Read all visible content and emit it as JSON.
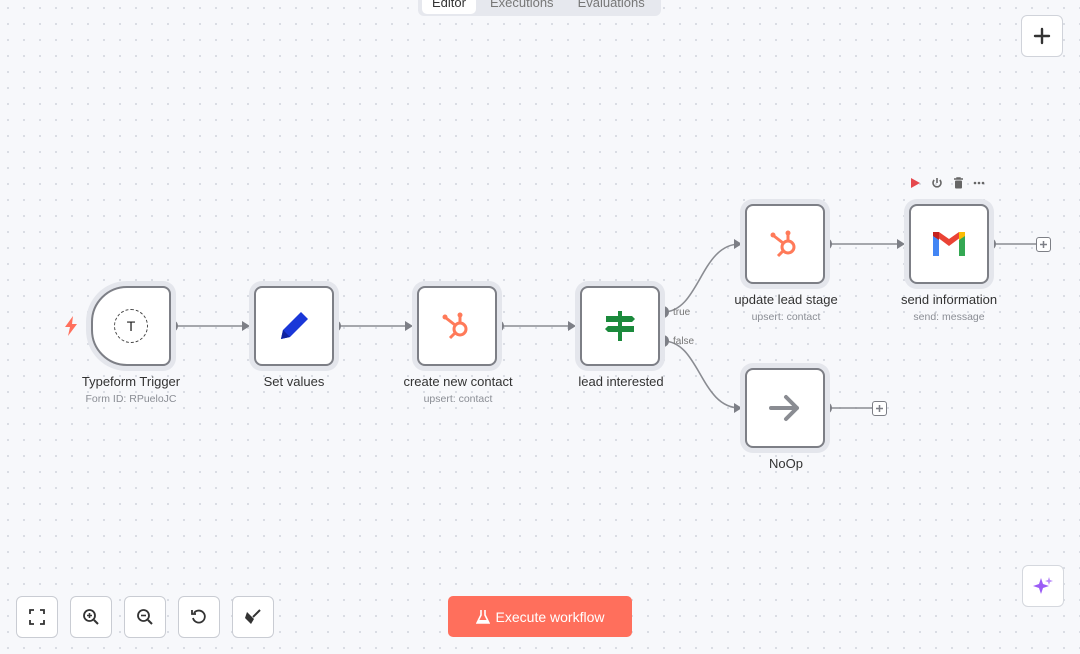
{
  "tabs": [
    "Editor",
    "Executions",
    "Evaluations"
  ],
  "active_tab": "Editor",
  "nodes": {
    "typeform": {
      "title": "Typeform Trigger",
      "subtitle": "Form ID: RPueloJC",
      "icon": "typeform-icon",
      "glyph": "T"
    },
    "set_values": {
      "title": "Set values",
      "icon": "pencil-icon"
    },
    "create_contact": {
      "title": "create new contact",
      "subtitle": "upsert: contact",
      "icon": "hubspot-icon"
    },
    "lead_interested": {
      "title": "lead interested",
      "icon": "signpost-icon"
    },
    "update_lead": {
      "title": "update lead stage",
      "subtitle": "upsert: contact",
      "icon": "hubspot-icon"
    },
    "send_info": {
      "title": "send information",
      "subtitle": "send: message",
      "icon": "gmail-icon"
    },
    "noop": {
      "title": "NoOp",
      "icon": "arrow-right-icon"
    }
  },
  "branches": {
    "true_label": "true",
    "false_label": "false"
  },
  "execute_button": {
    "label": "Execute workflow",
    "icon": "flask-icon"
  },
  "colors": {
    "accent": "#ff6f5c",
    "hubspot": "#ff7a59",
    "ai": "#9b5cf6",
    "trigger_bolt": "#ff6f5c"
  }
}
